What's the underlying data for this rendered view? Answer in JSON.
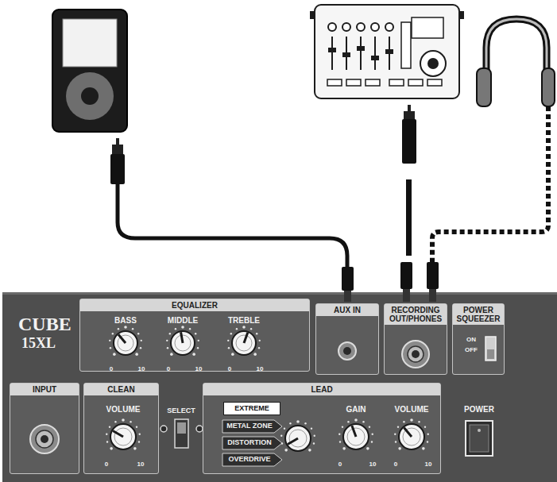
{
  "diagram": {
    "nodes": [
      {
        "text": [
          "CUBE",
          "15XL"
        ]
      },
      {
        "text": [
          "EQUALIZER"
        ],
        "in": 0
      },
      {
        "text": [
          "AUX IN"
        ],
        "in": 0
      },
      {
        "text": [
          "RECORDING OUT/PHONES"
        ],
        "in": 0
      },
      {
        "text": [
          "POWER SQUEEZER"
        ],
        "in": 0
      },
      {
        "text": [
          "INPUT"
        ],
        "in": 0
      },
      {
        "text": [
          "CLEAN"
        ],
        "in": 0
      },
      {
        "text": [
          "LEAD"
        ],
        "in": 0
      },
      {
        "text": [
          "EXTREME"
        ],
        "in": 7
      }
    ],
    "labels": [
      "BASS",
      "0",
      "10",
      "MIDDLE",
      "0",
      "10",
      "TREBLE",
      "0",
      "10",
      "ON",
      "OFF",
      "VOLUME",
      "0",
      "10",
      "SELECT",
      "METAL ZONE",
      "DISTORTION",
      "OVERDRIVE",
      "GAIN",
      "0",
      "10",
      "VOLUME",
      "0",
      "10",
      "POWER"
    ]
  }
}
